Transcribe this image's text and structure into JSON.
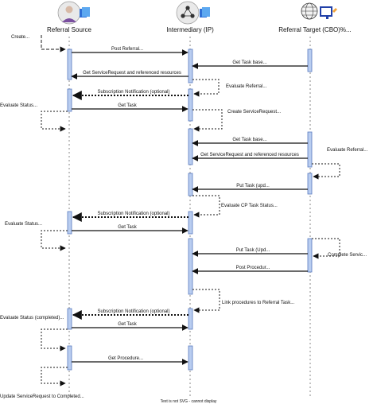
{
  "participants": [
    {
      "id": "source",
      "label": "Referral Source",
      "icon": "user-icon"
    },
    {
      "id": "ip",
      "label": "Intermediary (IP)",
      "icon": "network-icon"
    },
    {
      "id": "target",
      "label": "Referral Target (CBO)%...",
      "icon": "globe-icon"
    }
  ],
  "self_notes": [
    {
      "id": "create",
      "label": "Create..."
    },
    {
      "id": "evaluate-referral-1",
      "label": "Evaluate Referral..."
    },
    {
      "id": "evaluate-status-1",
      "label": "Evaluate Status..."
    },
    {
      "id": "create-service-request",
      "label": "Create ServiceRequest..."
    },
    {
      "id": "evaluate-referral-2",
      "label": "Evaluate Referral..."
    },
    {
      "id": "evaluate-cp-task-status",
      "label": "Evaluate CP Task Status..."
    },
    {
      "id": "evaluate-status-2",
      "label": "Evaluate Status..."
    },
    {
      "id": "complete-service",
      "label": "Complete Servic..."
    },
    {
      "id": "link-procedures",
      "label": "Link procedures to Referral Task..."
    },
    {
      "id": "evaluate-status-completed",
      "label": "Evaluate Status (completed)..."
    },
    {
      "id": "update-service-request",
      "label": "Update ServiceRequest to Completed..."
    }
  ],
  "messages": [
    {
      "id": "post-referral",
      "label": "Post Referral..."
    },
    {
      "id": "get-task-base-1",
      "label": "Get Task base..."
    },
    {
      "id": "get-sr-1",
      "label": "Get ServiceRequest and referenced resources"
    },
    {
      "id": "sub-notif-1",
      "label": "Subscription Notification (optional)"
    },
    {
      "id": "get-task-1",
      "label": "Get Task"
    },
    {
      "id": "get-task-base-2",
      "label": "Get Task base..."
    },
    {
      "id": "get-sr-2",
      "label": "Get ServiceRequest and referenced resources"
    },
    {
      "id": "put-task-1",
      "label": "Put Task (upd..."
    },
    {
      "id": "sub-notif-2",
      "label": "Subscription Notification (optional)"
    },
    {
      "id": "get-task-2",
      "label": "Get Task"
    },
    {
      "id": "put-task-2",
      "label": "Put Task (Upd..."
    },
    {
      "id": "post-procedure",
      "label": "Post Procedur..."
    },
    {
      "id": "sub-notif-3",
      "label": "Subscription Notification (optional)"
    },
    {
      "id": "get-task-3",
      "label": "Get Task"
    },
    {
      "id": "get-procedure",
      "label": "Get Procedure..."
    }
  ],
  "footer": {
    "text": "Text is not SVG - cannot display"
  },
  "colors": {
    "activation": "#b9cdf0",
    "activation_stroke": "#5a7cc0",
    "line": "#111111",
    "icon_blue": "#2f6fd6"
  }
}
